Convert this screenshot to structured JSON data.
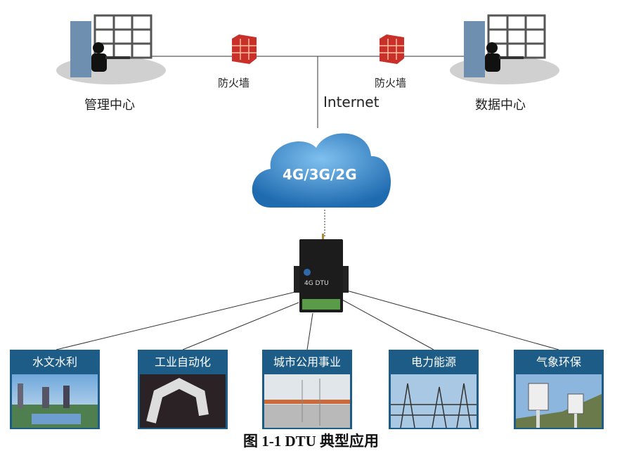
{
  "top": {
    "management_center": "管理中心",
    "data_center": "数据中心",
    "firewall_left": "防火墙",
    "firewall_right": "防火墙",
    "internet": "Internet"
  },
  "cloud": {
    "label": "4G/3G/2G"
  },
  "device": {
    "name": "4G DTU"
  },
  "applications": [
    {
      "label": "水文水利"
    },
    {
      "label": "工业自动化"
    },
    {
      "label": "城市公用事业"
    },
    {
      "label": "电力能源"
    },
    {
      "label": "气象环保"
    }
  ],
  "caption": "图 1-1  DTU 典型应用",
  "colors": {
    "box": "#1d5c86",
    "cloud": "#3a86c8"
  }
}
